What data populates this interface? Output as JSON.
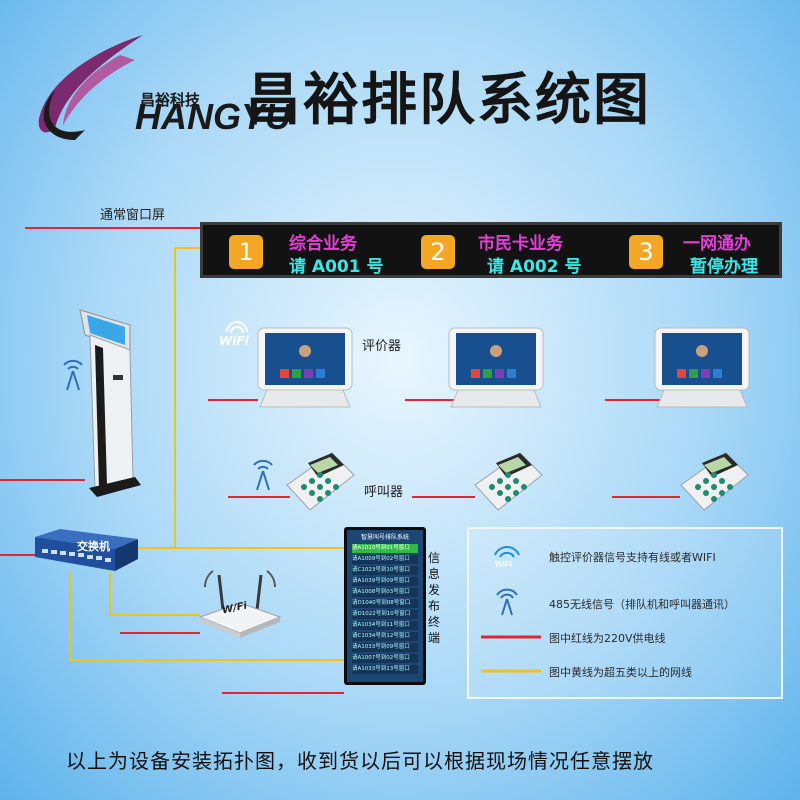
{
  "header": {
    "title": "昌裕排队系统图",
    "logo_text": "HANGYU",
    "logo_cn": "昌裕科技"
  },
  "labels": {
    "window_screen": "通常窗口屏",
    "evaluator": "评价器",
    "caller": "呼叫器",
    "switch": "交换机",
    "wifi": "WiFi",
    "router_wifi": "W/Fi",
    "info_board_vertical": "信息发布终端"
  },
  "led_screen": {
    "windows": [
      {
        "number": "1",
        "service": "综合业务",
        "status": "请 A001 号"
      },
      {
        "number": "2",
        "service": "市民卡业务",
        "status": "请 A002 号"
      },
      {
        "number": "3",
        "service": "一网通办",
        "status": "暂停办理"
      }
    ]
  },
  "info_board": {
    "title": "智慧叫号排队系统",
    "rows": [
      "请A1010号到01号窗口",
      "请A1009号到02号窗口",
      "请C1023号到10号窗口",
      "请A1039号到09号窗口",
      "请A1008号到03号窗口",
      "请D1040号到08号窗口",
      "请D1022号到10号窗口",
      "请A1034号到11号窗口",
      "请C1034号到12号窗口",
      "请A1033号到09号窗口",
      "请A1007号到02号窗口",
      "请A1033号到13号窗口"
    ]
  },
  "legend": {
    "items": [
      {
        "icon": "wifi-icon",
        "text": "触控评价器信号支持有线或者WIFI"
      },
      {
        "icon": "wireless-485-icon",
        "text": "485无线信号（排队机和呼叫器通讯）"
      },
      {
        "icon": "red-line",
        "color": "#e02636",
        "text": "图中红线为220V供电线"
      },
      {
        "icon": "yellow-line",
        "color": "#f2c11a",
        "text": "图中黄线为超五类以上的网线"
      }
    ]
  },
  "footer": {
    "note": "以上为设备安装拓扑图，收到货以后可以根据现场情况任意摆放"
  },
  "colors": {
    "power_line": "#e02636",
    "network_line": "#f2c11a",
    "led_number_bg": "#f5a623",
    "led_service": "#e53dd8",
    "led_status": "#38e8e8"
  }
}
